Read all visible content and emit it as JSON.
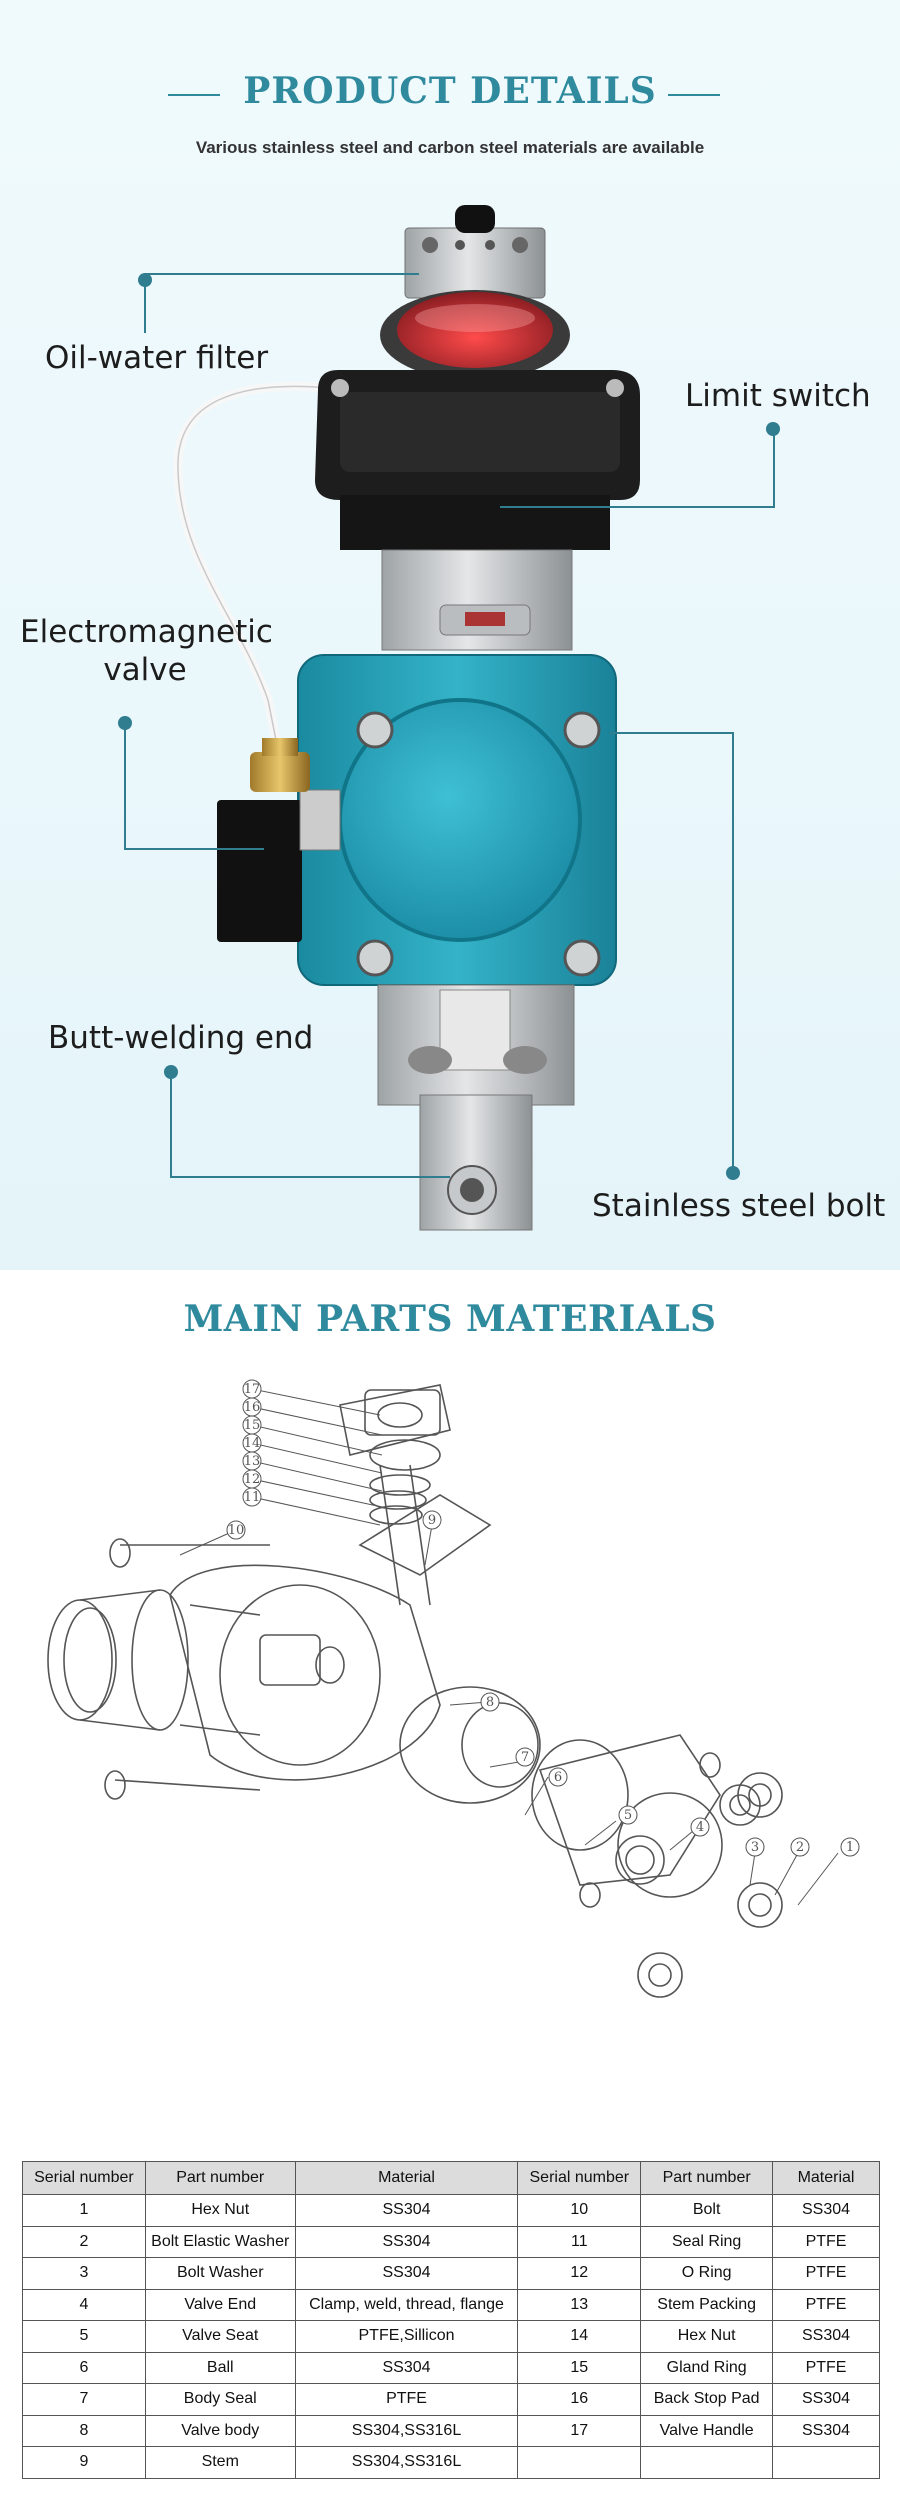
{
  "header": {
    "title": "PRODUCT DETAILS",
    "subtitle": "Various stainless steel and carbon steel materials are available"
  },
  "callouts": {
    "oil_water_filter": "Oil-water filter",
    "limit_switch": "Limit switch",
    "electromagnetic_valve_1": "Electromagnetic",
    "electromagnetic_valve_2": "valve",
    "butt_welding_end": "Butt-welding end",
    "stainless_steel_bolt": "Stainless steel bolt"
  },
  "parts_section": {
    "title": "MAIN PARTS MATERIALS",
    "columns": [
      "Serial number",
      "Part number",
      "Material",
      "Serial number",
      "Part number",
      "Material"
    ],
    "rows": [
      [
        "1",
        "Hex Nut",
        "SS304",
        "10",
        "Bolt",
        "SS304"
      ],
      [
        "2",
        "Bolt Elastic Washer",
        "SS304",
        "11",
        "Seal Ring",
        "PTFE"
      ],
      [
        "3",
        "Bolt Washer",
        "SS304",
        "12",
        "O Ring",
        "PTFE"
      ],
      [
        "4",
        "Valve End",
        "Clamp, weld, thread, flange",
        "13",
        "Stem Packing",
        "PTFE"
      ],
      [
        "5",
        "Valve Seat",
        "PTFE,Sillicon",
        "14",
        "Hex Nut",
        "SS304"
      ],
      [
        "6",
        "Ball",
        "SS304",
        "15",
        "Gland Ring",
        "PTFE"
      ],
      [
        "7",
        "Body Seal",
        "PTFE",
        "16",
        "Back Stop Pad",
        "SS304"
      ],
      [
        "8",
        "Valve body",
        "SS304,SS316L",
        "17",
        "Valve Handle",
        "SS304"
      ],
      [
        "9",
        "Stem",
        "SS304,SS316L",
        "",
        "",
        ""
      ]
    ]
  },
  "diagram_labels": [
    "1",
    "2",
    "3",
    "4",
    "5",
    "6",
    "7",
    "8",
    "9",
    "10",
    "11",
    "12",
    "13",
    "14",
    "15",
    "16",
    "17"
  ],
  "colors": {
    "accent": "#2f8a9e",
    "actuator": "#2aa3b8",
    "limit_switch_body": "#1e1e1e",
    "indicator": "#c0222a"
  }
}
